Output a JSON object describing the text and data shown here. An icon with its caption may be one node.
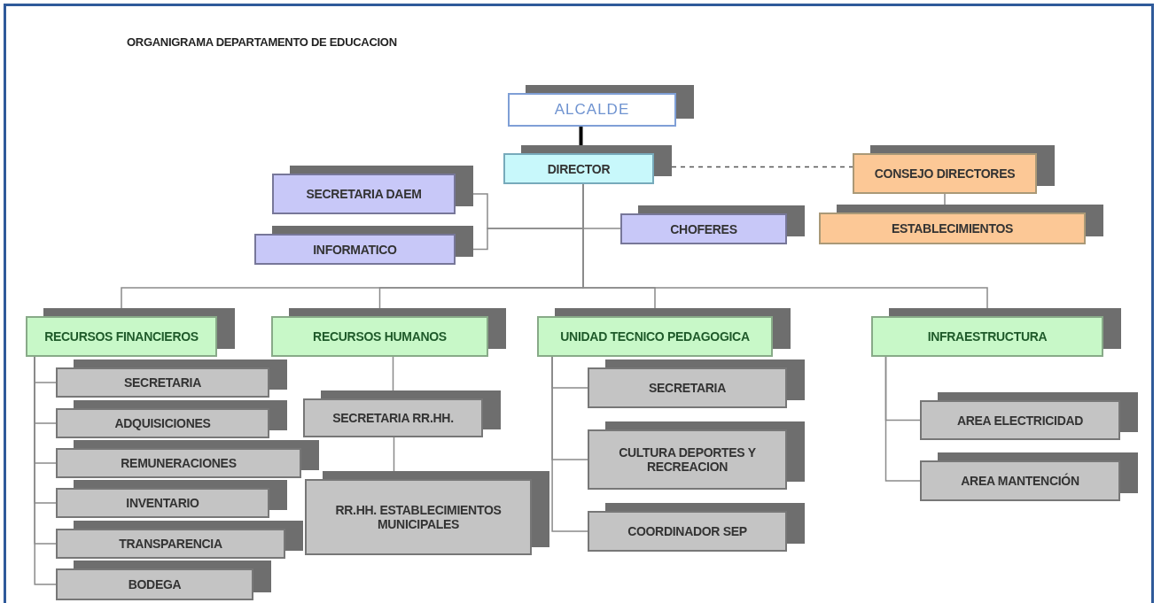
{
  "diagram": {
    "title": "ORGANIGRAMA DEPARTAMENTO DE EDUCACION",
    "nodes": [
      {
        "text": [
          "ALCALDE"
        ]
      },
      {
        "text": [
          "DIRECTOR"
        ]
      },
      {
        "text": [
          "CONSEJO DIRECTORES"
        ]
      },
      {
        "text": [
          "ESTABLECIMIENTOS"
        ]
      },
      {
        "text": [
          "SECRETARIA DAEM"
        ]
      },
      {
        "text": [
          "INFORMATICO"
        ]
      },
      {
        "text": [
          "CHOFERES"
        ]
      },
      {
        "text": [
          "RECURSOS FINANCIEROS"
        ]
      },
      {
        "text": [
          "RECURSOS HUMANOS"
        ]
      },
      {
        "text": [
          "UNIDAD TECNICO PEDAGOGICA"
        ]
      },
      {
        "text": [
          "INFRAESTRUCTURA"
        ]
      },
      {
        "text": [
          "SECRETARIA"
        ]
      },
      {
        "text": [
          "ADQUISICIONES"
        ]
      },
      {
        "text": [
          "REMUNERACIONES"
        ]
      },
      {
        "text": [
          "INVENTARIO"
        ]
      },
      {
        "text": [
          "TRANSPARENCIA"
        ]
      },
      {
        "text": [
          "BODEGA"
        ]
      },
      {
        "text": [
          "SECRETARIA RR.HH."
        ]
      },
      {
        "text": [
          "RR.HH. ESTABLECIMIENTOS MUNICIPALES"
        ]
      },
      {
        "text": [
          "SECRETARIA"
        ]
      },
      {
        "text": [
          "CULTURA DEPORTES Y RECREACION"
        ]
      },
      {
        "text": [
          "COORDINADOR SEP"
        ]
      },
      {
        "text": [
          "AREA ELECTRICIDAD"
        ]
      },
      {
        "text": [
          "AREA MANTENCIÓN"
        ]
      }
    ],
    "edges": [
      {
        "from": 0,
        "to": 1,
        "arrow": "none",
        "style": "thick",
        "color": "#000000"
      },
      {
        "from": 1,
        "to": 2,
        "arrow": "none",
        "style": "dashed"
      },
      {
        "from": 2,
        "to": 3,
        "arrow": "none"
      },
      {
        "from": 1,
        "to": 4,
        "arrow": "none"
      },
      {
        "from": 1,
        "to": 5,
        "arrow": "none"
      },
      {
        "from": 1,
        "to": 6,
        "arrow": "none"
      },
      {
        "from": 1,
        "to": 7,
        "arrow": "none"
      },
      {
        "from": 1,
        "to": 8,
        "arrow": "none"
      },
      {
        "from": 1,
        "to": 9,
        "arrow": "none"
      },
      {
        "from": 1,
        "to": 10,
        "arrow": "none"
      },
      {
        "from": 7,
        "to": 11,
        "arrow": "none"
      },
      {
        "from": 7,
        "to": 12,
        "arrow": "none"
      },
      {
        "from": 7,
        "to": 13,
        "arrow": "none"
      },
      {
        "from": 7,
        "to": 14,
        "arrow": "none"
      },
      {
        "from": 7,
        "to": 15,
        "arrow": "none"
      },
      {
        "from": 7,
        "to": 16,
        "arrow": "none"
      },
      {
        "from": 8,
        "to": 17,
        "arrow": "none"
      },
      {
        "from": 17,
        "to": 18,
        "arrow": "none"
      },
      {
        "from": 9,
        "to": 19,
        "arrow": "none"
      },
      {
        "from": 9,
        "to": 20,
        "arrow": "none"
      },
      {
        "from": 9,
        "to": 21,
        "arrow": "none"
      },
      {
        "from": 10,
        "to": 22,
        "arrow": "none"
      },
      {
        "from": 10,
        "to": 23,
        "arrow": "none"
      }
    ]
  }
}
